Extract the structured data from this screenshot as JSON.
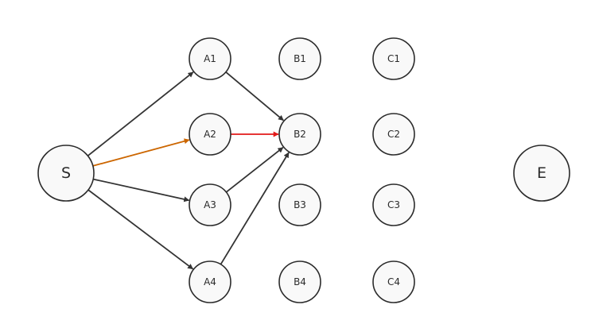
{
  "diagram": {
    "nodes": [
      {
        "id": "S",
        "label": "S",
        "size": "large"
      },
      {
        "id": "A1",
        "label": "A1",
        "size": "small"
      },
      {
        "id": "A2",
        "label": "A2",
        "size": "small"
      },
      {
        "id": "A3",
        "label": "A3",
        "size": "small"
      },
      {
        "id": "A4",
        "label": "A4",
        "size": "small"
      },
      {
        "id": "B1",
        "label": "B1",
        "size": "small"
      },
      {
        "id": "B2",
        "label": "B2",
        "size": "small"
      },
      {
        "id": "B3",
        "label": "B3",
        "size": "small"
      },
      {
        "id": "B4",
        "label": "B4",
        "size": "small"
      },
      {
        "id": "C1",
        "label": "C1",
        "size": "small"
      },
      {
        "id": "C2",
        "label": "C2",
        "size": "small"
      },
      {
        "id": "C3",
        "label": "C3",
        "size": "small"
      },
      {
        "id": "C4",
        "label": "C4",
        "size": "small"
      },
      {
        "id": "E",
        "label": "E",
        "size": "large"
      }
    ],
    "edges": [
      {
        "from": "S",
        "to": "A1",
        "color": "#333333"
      },
      {
        "from": "S",
        "to": "A2",
        "color": "#cc6600"
      },
      {
        "from": "S",
        "to": "A3",
        "color": "#333333"
      },
      {
        "from": "S",
        "to": "A4",
        "color": "#333333"
      },
      {
        "from": "A1",
        "to": "B2",
        "color": "#333333"
      },
      {
        "from": "A2",
        "to": "B2",
        "color": "#e31a1a"
      },
      {
        "from": "A3",
        "to": "B2",
        "color": "#333333"
      },
      {
        "from": "A4",
        "to": "B2",
        "color": "#333333"
      }
    ]
  }
}
